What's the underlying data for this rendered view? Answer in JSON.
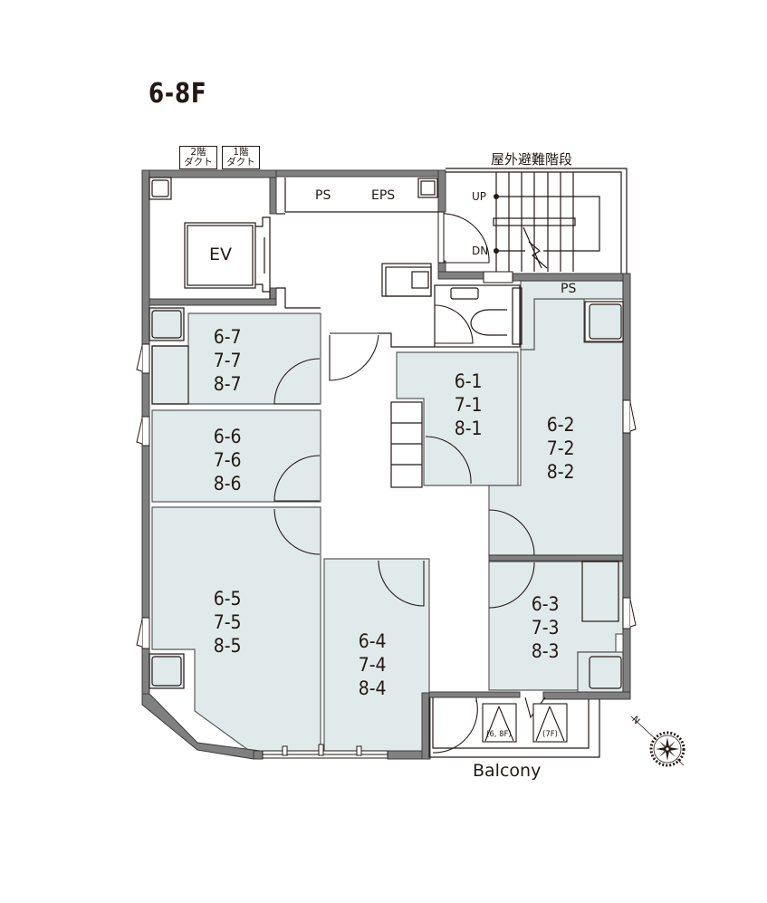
{
  "floor_title": "6-8F",
  "colors": {
    "wall": "#808080",
    "wall_outline": "#3c3c3c",
    "unit_fill": "#e1eaeb",
    "line": "#231815",
    "background": "#ffffff"
  },
  "ducts": [
    {
      "line1": "2階",
      "line2": "ダクト"
    },
    {
      "line1": "1階",
      "line2": "ダクト"
    }
  ],
  "common": {
    "elevator": "EV",
    "ps_top": "PS",
    "eps": "EPS",
    "ps_right": "PS",
    "outdoor_stair": "屋外避難階段",
    "stair_up": "UP",
    "stair_down": "DN",
    "balcony": "Balcony",
    "outdoor_unit_1": "(6, 8F)",
    "outdoor_unit_2": "(7F)"
  },
  "units": [
    {
      "id": "unit-7",
      "lines": [
        "6-7",
        "7-7",
        "8-7"
      ]
    },
    {
      "id": "unit-6",
      "lines": [
        "6-6",
        "7-6",
        "8-6"
      ]
    },
    {
      "id": "unit-5",
      "lines": [
        "6-5",
        "7-5",
        "8-5"
      ]
    },
    {
      "id": "unit-4",
      "lines": [
        "6-4",
        "7-4",
        "8-4"
      ]
    },
    {
      "id": "unit-1",
      "lines": [
        "6-1",
        "7-1",
        "8-1"
      ]
    },
    {
      "id": "unit-2",
      "lines": [
        "6-2",
        "7-2",
        "8-2"
      ]
    },
    {
      "id": "unit-3",
      "lines": [
        "6-3",
        "7-3",
        "8-3"
      ]
    }
  ],
  "compass": {
    "north_label": "N"
  }
}
